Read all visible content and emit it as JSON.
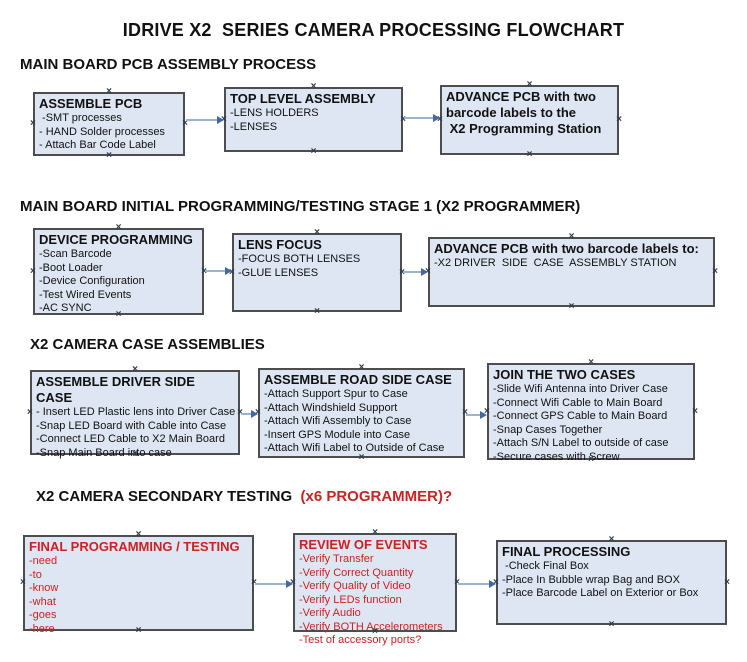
{
  "page_title": "IDRIVE X2  SERIES CAMERA PROCESSING FLOWCHART",
  "icons": {
    "connector_handle": "×"
  },
  "colors": {
    "box_fill": "#dde6f2",
    "box_border": "#4d4d4d",
    "arrow_shaft": "#9cb3d1",
    "arrow_head": "#44689d",
    "red_text": "#cc2222",
    "black_text": "#111111"
  },
  "sections": [
    {
      "heading": "MAIN BOARD PCB ASSEMBLY PROCESS",
      "boxes": [
        {
          "title": "ASSEMBLE PCB",
          "lines": [
            " -SMT processes",
            "- HAND Solder processes",
            "- Attach Bar Code Label"
          ]
        },
        {
          "title": "TOP LEVEL ASSEMBLY",
          "lines": [
            "-LENS HOLDERS",
            "-LENSES"
          ]
        },
        {
          "title": "ADVANCE PCB with two\nbarcode labels to the\n X2 Programming Station",
          "lines": []
        }
      ]
    },
    {
      "heading": "MAIN BOARD INITIAL PROGRAMMING/TESTING STAGE 1 (X2 PROGRAMMER)",
      "boxes": [
        {
          "title": "DEVICE PROGRAMMING",
          "lines": [
            "-Scan Barcode",
            "-Boot Loader",
            "-Device Configuration",
            "-Test Wired Events",
            "-AC SYNC"
          ]
        },
        {
          "title": "LENS FOCUS",
          "lines": [
            "-FOCUS BOTH LENSES",
            "-GLUE LENSES"
          ]
        },
        {
          "title": "ADVANCE PCB with two barcode labels to:",
          "lines": [
            "-X2 DRIVER  SIDE  CASE  ASSEMBLY STATION"
          ]
        }
      ]
    },
    {
      "heading": "X2 CAMERA CASE ASSEMBLIES",
      "boxes": [
        {
          "title": "ASSEMBLE DRIVER SIDE CASE",
          "lines": [
            "- Insert LED Plastic lens into Driver Case",
            "-Snap LED Board with Cable into Case",
            "-Connect LED Cable to X2 Main Board",
            "-Snap Main Board into case"
          ]
        },
        {
          "title": "ASSEMBLE ROAD SIDE CASE",
          "lines": [
            "-Attach Support Spur to Case",
            "-Attach Windshield Support",
            "-Attach Wifi Assembly to Case",
            "-Insert GPS Module into Case",
            "-Attach Wifi Label to Outside of Case"
          ]
        },
        {
          "title": "JOIN THE TWO CASES",
          "lines": [
            "-Slide Wifi Antenna into Driver Case",
            "-Connect Wifi Cable to Main Board",
            "-Connect GPS Cable to Main Board",
            "-Snap Cases Together",
            "-Attach S/N Label to outside of case",
            "-Secure cases with Screw"
          ]
        }
      ]
    },
    {
      "heading": "X2 CAMERA SECONDARY TESTING ",
      "heading_suffix": " (x6 PROGRAMMER)?",
      "boxes": [
        {
          "title": "FINAL PROGRAMMING / TESTING",
          "lines": [
            "-need",
            "-to",
            "-know",
            "-what",
            "-goes",
            "-here"
          ]
        },
        {
          "title": "REVIEW OF EVENTS",
          "lines": [
            "-Verify Transfer",
            "-Verify Correct Quantity",
            "-Verify Quality of Video",
            "-Verify LEDs function",
            "-Verify Audio",
            "-Verify BOTH Accelerometers",
            "-Test of accessory ports?"
          ]
        },
        {
          "title": "FINAL PROCESSING",
          "lines": [
            " -Check Final Box",
            "-Place In Bubble wrap Bag and BOX",
            "-Place Barcode Label on Exterior or Box"
          ]
        }
      ]
    }
  ]
}
